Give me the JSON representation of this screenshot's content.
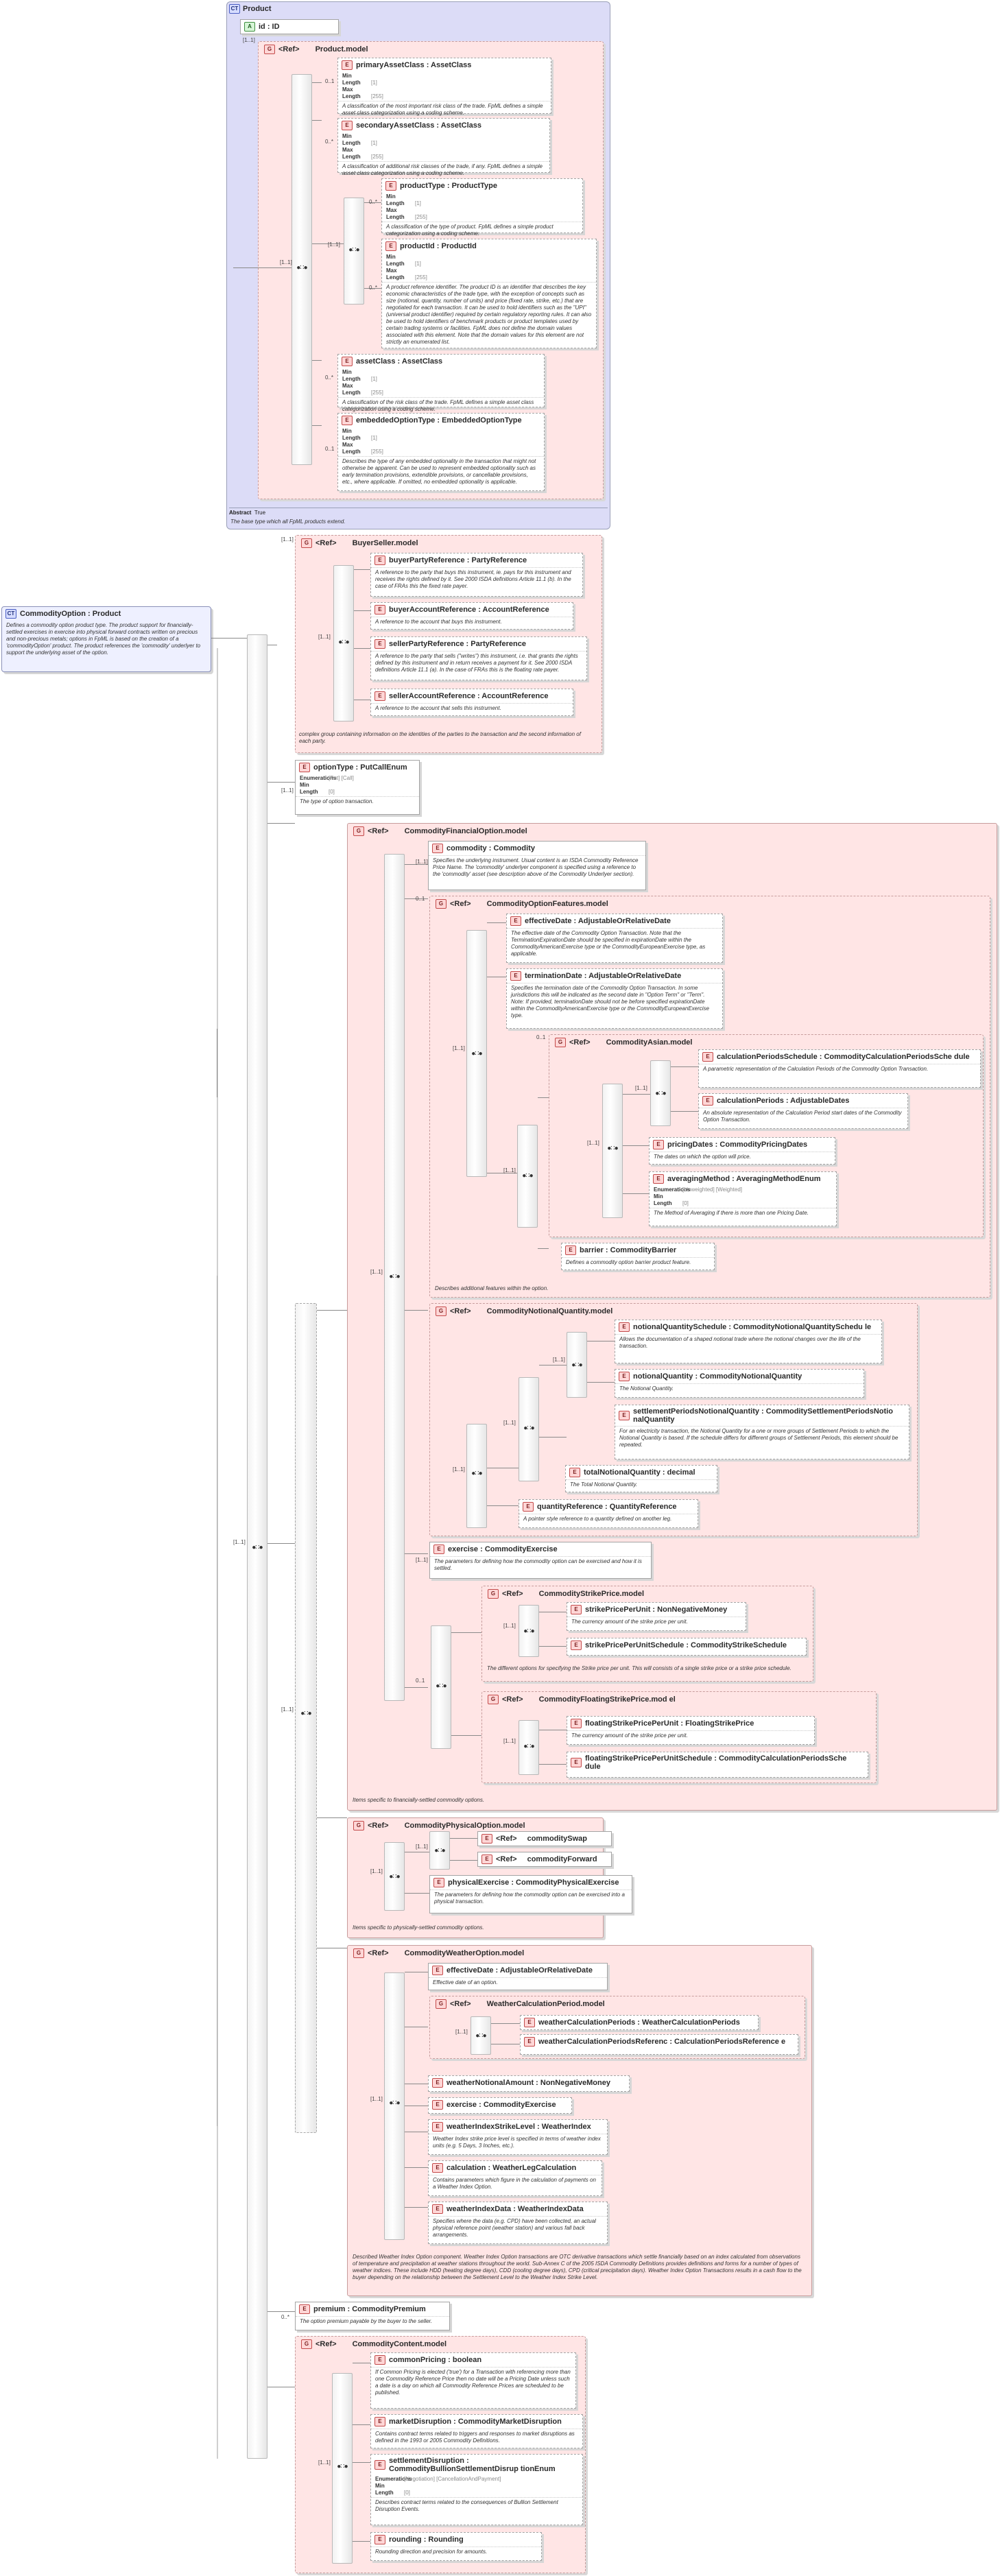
{
  "product": {
    "title": "Product",
    "attr": "id : ID",
    "group": "Product.model",
    "abstract_label": "Abstract",
    "abstract_value": "True",
    "doc": "The base type which all FpML products extend.",
    "elements": [
      {
        "name": "primaryAssetClass : AssetClass",
        "facets": [
          [
            "Min Length",
            "[1]"
          ],
          [
            "Max Length",
            "[255]"
          ]
        ],
        "doc": "A classification of the most important risk class of the trade. FpML defines a simple asset class categorization using a coding scheme.",
        "card": "0..1"
      },
      {
        "name": "secondaryAssetClass : AssetClass",
        "facets": [
          [
            "Min Length",
            "[1]"
          ],
          [
            "Max Length",
            "[255]"
          ]
        ],
        "doc": "A classification of additional risk classes of the trade, if any. FpML defines a simple asset class categorization using a coding scheme.",
        "card": "0..*"
      },
      {
        "name": "productType : ProductType",
        "facets": [
          [
            "Min Length",
            "[1]"
          ],
          [
            "Max Length",
            "[255]"
          ]
        ],
        "doc": "A classification of the type of product. FpML defines a simple product categorization using a coding scheme.",
        "card": "0..*"
      },
      {
        "name": "productId : ProductId",
        "facets": [
          [
            "Min Length",
            "[1]"
          ],
          [
            "Max Length",
            "[255]"
          ]
        ],
        "doc": "A product reference identifier. The product ID is an identifier that describes the key economic characteristics of the trade type, with the exception of concepts such as size (notional, quantity, number of units) and price (fixed rate, strike, etc.) that are negotiated for each transaction. It can be used to hold identifiers such as the \"UPI\" (universal product identifier) required by certain regulatory reporting rules. It can also be used to hold identifiers of benchmark products or product templates used by certain trading systems or facilities. FpML does not define the domain values associated with this element. Note that the domain values for this element are not strictly an enumerated list.",
        "card": "0..*"
      },
      {
        "name": "assetClass : AssetClass",
        "facets": [
          [
            "Min Length",
            "[1]"
          ],
          [
            "Max Length",
            "[255]"
          ]
        ],
        "doc": "A classification of the risk class of the trade. FpML defines a simple asset class categorization using a coding scheme.",
        "card": "0..*"
      },
      {
        "name": "embeddedOptionType : EmbeddedOptionType",
        "facets": [
          [
            "Min Length",
            "[1]"
          ],
          [
            "Max Length",
            "[255]"
          ]
        ],
        "doc": "Describes the type of any embedded optionality in the transaction that might not otherwise be apparent. Can be used to represent embedded optionality such as early termination provisions, extendible provisions, or cancellable provisions, etc., where applicable. If omitted, no embedded optionality is applicable.",
        "card": "0..1"
      }
    ]
  },
  "root": {
    "title": "CommodityOption : Product",
    "doc": "Defines a commodity option product type. The product support for financially-settled exercises in exercise into physical forward contracts written on precious and non-precious metals; options in FpML is based on the creation of a 'commodityOption' product. The product references the 'commodity' underlyer to support the underlying asset of the option."
  },
  "buyerSeller": {
    "title": "BuyerSeller.model",
    "doc": "complex group containing information on the identities of the parties to the transaction and the second information of each party.",
    "elements": [
      {
        "name": "buyerPartyReference : PartyReference",
        "doc": "A reference to the party that buys this instrument, ie. pays for this instrument and receives the rights defined by it. See 2000 ISDA definitions Article 11.1 (b). In the case of FRAs this the fixed rate payer."
      },
      {
        "name": "buyerAccountReference : AccountReference",
        "doc": "A reference to the account that buys this instrument."
      },
      {
        "name": "sellerPartyReference : PartyReference",
        "doc": "A reference to the party that sells (\"writes\") this instrument, i.e. that grants the rights defined by this instrument and in return receives a payment for it. See 2000 ISDA definitions Article 11.1 (a). In the case of FRAs this is the floating rate payer."
      },
      {
        "name": "sellerAccountReference : AccountReference",
        "doc": "A reference to the account that sells this instrument."
      }
    ]
  },
  "optionType": {
    "name": "optionType : PutCallEnum",
    "facets": [
      [
        "Enumerations",
        "[Put] [Call]"
      ],
      [
        "Min Length",
        "[0]"
      ]
    ],
    "doc": "The type of option transaction."
  },
  "financial": {
    "title": "CommodityFinancialOption.model",
    "commodity": {
      "name": "commodity : Commodity",
      "doc": "Specifies the underlying instrument. Usual content is an ISDA Commodity Reference Price Name. The 'commodity' underlyer component is specified using a reference to the 'commodity' asset (see description above of the Commodity Underlyer section)."
    },
    "features": {
      "title": "CommodityOptionFeatures.model",
      "effectiveDate": {
        "name": "effectiveDate : AdjustableOrRelativeDate",
        "doc": "The effective date of the Commodity Option Transaction. Note that the TerminationExpirationDate should be specified in expirationDate within the CommodityAmericanExercise type or the CommodityEuropeanExercise type, as applicable."
      },
      "terminationDate": {
        "name": "terminationDate : AdjustableOrRelativeDate",
        "doc": "Specifies the termination date of the Commodity Option Transaction. In some jurisdictions this will be indicated as the second date in \"Option Term\" or \"Term\". Note: If provided, terminationDate should not be before specified expirationDate within the CommodityAmericanExercise type or the CommodityEuropeanExercise type."
      },
      "asian": {
        "title": "CommodityAsian.model",
        "calculationPeriodsSchedule": {
          "name": "calculationPeriodsSchedule : CommodityCalculationPeriodsSche dule",
          "doc": "A parametric representation of the Calculation Periods of the Commodity Option Transaction."
        },
        "calculationPeriods": {
          "name": "calculationPeriods : AdjustableDates",
          "doc": "An absolute representation of the Calculation Period start dates of the Commodity Option Transaction."
        },
        "pricingDates": {
          "name": "pricingDates : CommodityPricingDates",
          "doc": "The dates on which the option will price."
        },
        "averagingMethod": {
          "name": "averagingMethod : AveragingMethodEnum",
          "facets": [
            [
              "Enumerations",
              "[Unweighted] [Weighted]"
            ],
            [
              "Min Length",
              "[0]"
            ]
          ],
          "doc": "The Method of Averaging if there is more than one Pricing Date."
        }
      },
      "barrier": {
        "name": "barrier : CommodityBarrier",
        "doc": "Defines a commodity option barrier product feature."
      },
      "doc": "Describes additional features within the option."
    },
    "notional": {
      "title": "CommodityNotionalQuantity.model",
      "notionalQuantitySchedule": {
        "name": "notionalQuantitySchedule : CommodityNotionalQuantitySchedu le",
        "doc": "Allows the documentation of a shaped notional trade where the notional changes over the life of the transaction."
      },
      "notionalQuantity": {
        "name": "notionalQuantity : CommodityNotionalQuantity",
        "doc": "The Notional Quantity."
      },
      "settlementPeriodsNotionalQuantity": {
        "name": "settlementPeriodsNotionalQuantity : CommoditySettlementPeriodsNotio nalQuantity",
        "doc": "For an electricity transaction, the Notional Quantity for a one or more groups of Settlement Periods to which the Notional Quantity is based. If the schedule differs for different groups of Settlement Periods, this element should be repeated."
      },
      "totalNotionalQuantity": {
        "name": "totalNotionalQuantity : decimal",
        "doc": "The Total Notional Quantity."
      },
      "quantityReference": {
        "name": "quantityReference : QuantityReference",
        "doc": "A pointer style reference to a quantity defined on another leg."
      }
    },
    "exercise": {
      "name": "exercise : CommodityExercise",
      "doc": "The parameters for defining how the commodity option can be exercised and how it is settled."
    },
    "strike": {
      "title": "CommodityStrikePrice.model",
      "strikePricePerUnit": {
        "name": "strikePricePerUnit : NonNegativeMoney",
        "doc": "The currency amount of the strike price per unit."
      },
      "strikePricePerUnitSchedule": {
        "name": "strikePricePerUnitSchedule : CommodityStrikeSchedule",
        "doc": ""
      },
      "doc": "The different options for specifying the Strike price per unit. This will consists of a single strike price or a strike price schedule."
    },
    "floating": {
      "title": "CommodityFloatingStrikePrice.mod el",
      "floatingStrikePricePerUnit": {
        "name": "floatingStrikePricePerUnit : FloatingStrikePrice",
        "doc": "The currency amount of the strike price per unit."
      },
      "floatingStrikePricePerUnitSchedule": {
        "name": "floatingStrikePricePerUnitSchedule : CommodityCalculationPeriodsSche dule",
        "doc": ""
      }
    },
    "doc": "Items specific to financially-settled commodity options."
  },
  "physical": {
    "title": "CommodityPhysicalOption.model",
    "commoditySwap": "commoditySwap",
    "commodityForward": "commodityForward",
    "physicalExercise": {
      "name": "physicalExercise : CommodityPhysicalExercise",
      "doc": "The parameters for defining how the commodity option can be exercised into a physical transaction."
    },
    "doc": "Items specific to physically-settled commodity options."
  },
  "weather": {
    "title": "CommodityWeatherOption.model",
    "effectiveDate": {
      "name": "effectiveDate : AdjustableOrRelativeDate",
      "doc": "Effective date of an option."
    },
    "calc": {
      "title": "WeatherCalculationPeriod.model",
      "weatherCalculationPeriods": "weatherCalculationPeriods : WeatherCalculationPeriods",
      "weatherCalculationPeriodsReference": "weatherCalculationPeriodsReferenc : CalculationPeriodsReference e"
    },
    "weatherNotionalAmount": {
      "name": "weatherNotionalAmount : NonNegativeMoney"
    },
    "exercise": {
      "name": "exercise : CommodityExercise"
    },
    "strikeLevel": {
      "name": "weatherIndexStrikeLevel : WeatherIndex",
      "doc": "Weather Index strike price level is specified in terms of weather index units (e.g. 5 Days, 3 Inches, etc.)."
    },
    "calculation": {
      "name": "calculation : WeatherLegCalculation",
      "doc": "Contains parameters which figure in the calculation of payments on a Weather Index Option."
    },
    "weatherIndexData": {
      "name": "weatherIndexData : WeatherIndexData",
      "doc": "Specifies where the data (e.g. CPD) have been collected, an actual physical reference point (weather station) and various fall back arrangements."
    },
    "doc": "Described Weather Index Option component. Weather Index Option transactions are OTC derivative transactions which settle financially based on an index calculated from observations of temperature and precipitation at weather stations throughout the world. Sub-Annex C of the 2005 ISDA Commodity Definitions provides definitions and forms for a number of types of weather indices. These include HDD (heating degree days), CDD (cooling degree days), CPD (critical precipitation days). Weather Index Option Transactions results in a cash flow to the buyer depending on the relationship between the Settlement Level to the Weather Index Strike Level."
  },
  "premium": {
    "name": "premium : CommodityPremium",
    "doc": "The option premium payable by the buyer to the seller."
  },
  "content": {
    "title": "CommodityContent.model",
    "commonPricing": {
      "name": "commonPricing : boolean",
      "doc": "If Common Pricing is elected ('true') for a Transaction with referencing more than one Commodity Reference Price then no date will be a Pricing Date unless such a date is a day on which all Commodity Reference Prices are scheduled to be published."
    },
    "marketDisruption": {
      "name": "marketDisruption : CommodityMarketDisruption",
      "doc": "Contains contract terms related to triggers and responses to market disruptions as defined in the 1993 or 2005 Commodity Definitions."
    },
    "settlementDisruption": {
      "name": "settlementDisruption : CommodityBullionSettlementDisrup tionEnum",
      "facets": [
        [
          "Enumerations",
          "[Negotiation] [CancellationAndPayment]"
        ],
        [
          "Min Length",
          "[0]"
        ]
      ],
      "doc": "Describes contract terms related to the consequences of Bullion Settlement Disruption Events."
    },
    "rounding": {
      "name": "rounding : Rounding",
      "doc": "Rounding direction and precision for amounts."
    }
  },
  "labels": {
    "ref": "<Ref>",
    "e": "E",
    "a": "A",
    "g": "G",
    "ct": "CT"
  },
  "cards": {
    "c01": "0..1",
    "c0n": "0..*",
    "c1": "[1..1]",
    "c11": "[1..1]",
    "cone": "1"
  }
}
